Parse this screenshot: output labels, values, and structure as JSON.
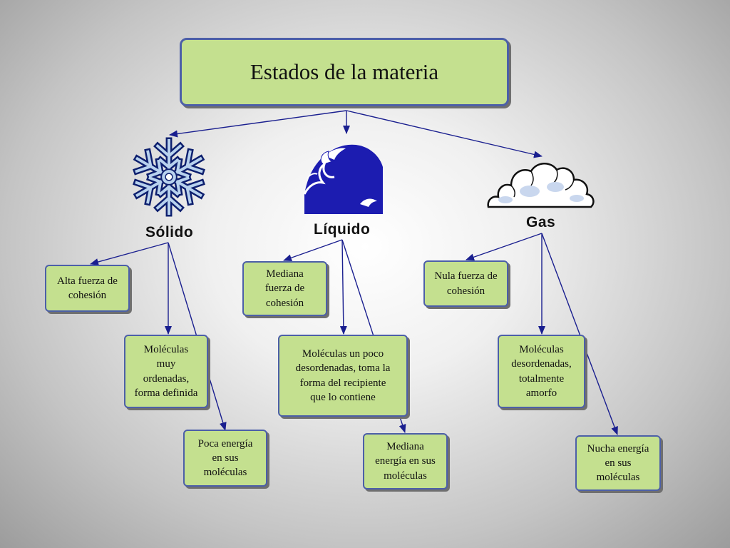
{
  "title": "Estados de la materia",
  "colors": {
    "box_fill": "#c4e08f",
    "box_border": "#4c5fa8",
    "arrow": "#1a1f8f",
    "wave": "#1c1cb0"
  },
  "states": {
    "solido": {
      "label": "Sólido",
      "icon": "snowflake-icon",
      "props": {
        "cohesion": "Alta fuerza de\ncohesión",
        "moleculas": "Moléculas\nmuy\nordenadas,\nforma definida",
        "energia": "Poca energía\nen sus\nmoléculas"
      }
    },
    "liquido": {
      "label": "Líquido",
      "icon": "wave-icon",
      "props": {
        "cohesion": "Mediana\nfuerza de\ncohesión",
        "moleculas": "Moléculas un poco\ndesordenadas, toma la\nforma del recipiente\nque lo contiene",
        "energia": "Mediana\nenergía en sus\nmoléculas"
      }
    },
    "gas": {
      "label": "Gas",
      "icon": "cloud-icon",
      "props": {
        "cohesion": "Nula fuerza de\ncohesión",
        "moleculas": "Moléculas\ndesordenadas,\ntotalmente\namorfo",
        "energia": "Nucha energía\nen sus\nmoléculas"
      }
    }
  }
}
